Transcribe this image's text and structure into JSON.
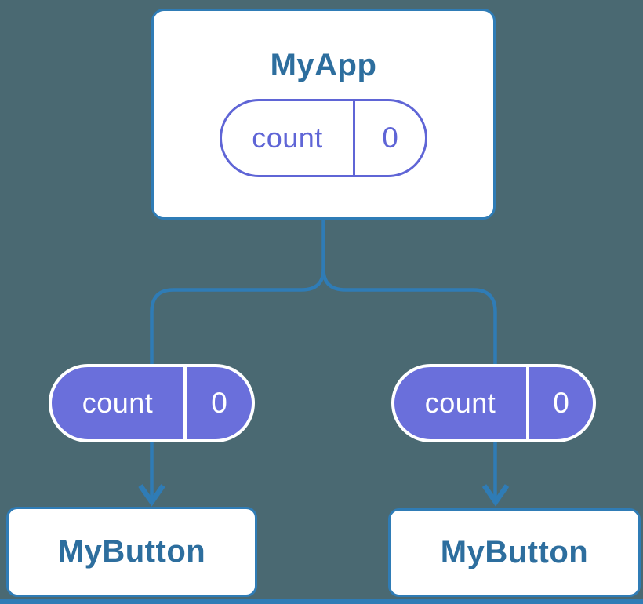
{
  "diagram": {
    "type": "component-tree",
    "colors": {
      "background": "#4A6972",
      "connector_blue": "#2F7CB6",
      "node_label_blue": "#2D6E9E",
      "pill_purple_fill": "#6A6FDB",
      "pill_purple_outline": "#5F65D6",
      "node_background": "#FFFFFF",
      "pill_text_white": "#FFFFFF"
    },
    "root_node": {
      "label": "MyApp",
      "state_pill": {
        "name": "count",
        "value": "0"
      }
    },
    "child_nodes": [
      {
        "label": "MyButton",
        "prop_pill": {
          "name": "count",
          "value": "0"
        }
      },
      {
        "label": "MyButton",
        "prop_pill": {
          "name": "count",
          "value": "0"
        }
      }
    ],
    "icons": {
      "arrow_down": "arrow-down-icon"
    }
  }
}
